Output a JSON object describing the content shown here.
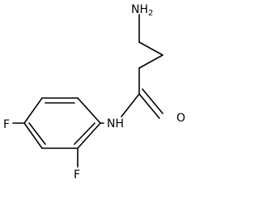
{
  "molecule": {
    "atoms": {
      "amine": {
        "main": "NH",
        "sub": "2"
      },
      "carbonyl_oxygen": "O",
      "amide_nitrogen": "NH",
      "fluorine_ortho": "F",
      "fluorine_para": "F"
    }
  }
}
